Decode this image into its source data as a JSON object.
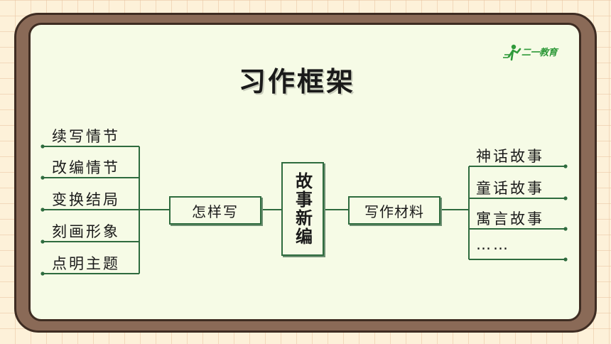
{
  "title": "习作框架",
  "logo": {
    "text": "二一教育",
    "icon": "runner-icon"
  },
  "center": "故事新编",
  "left_branch": {
    "label": "怎样写",
    "items": [
      "续写情节",
      "改编情节",
      "变换结局",
      "刻画形象",
      "点明主题"
    ]
  },
  "right_branch": {
    "label": "写作材料",
    "items": [
      "神话故事",
      "童话故事",
      "寓言故事",
      "……"
    ]
  },
  "colors": {
    "board": "#f6fbe6",
    "frame": "#8a6a57",
    "line": "#2e6b3e",
    "logo": "#2f9a3a"
  }
}
